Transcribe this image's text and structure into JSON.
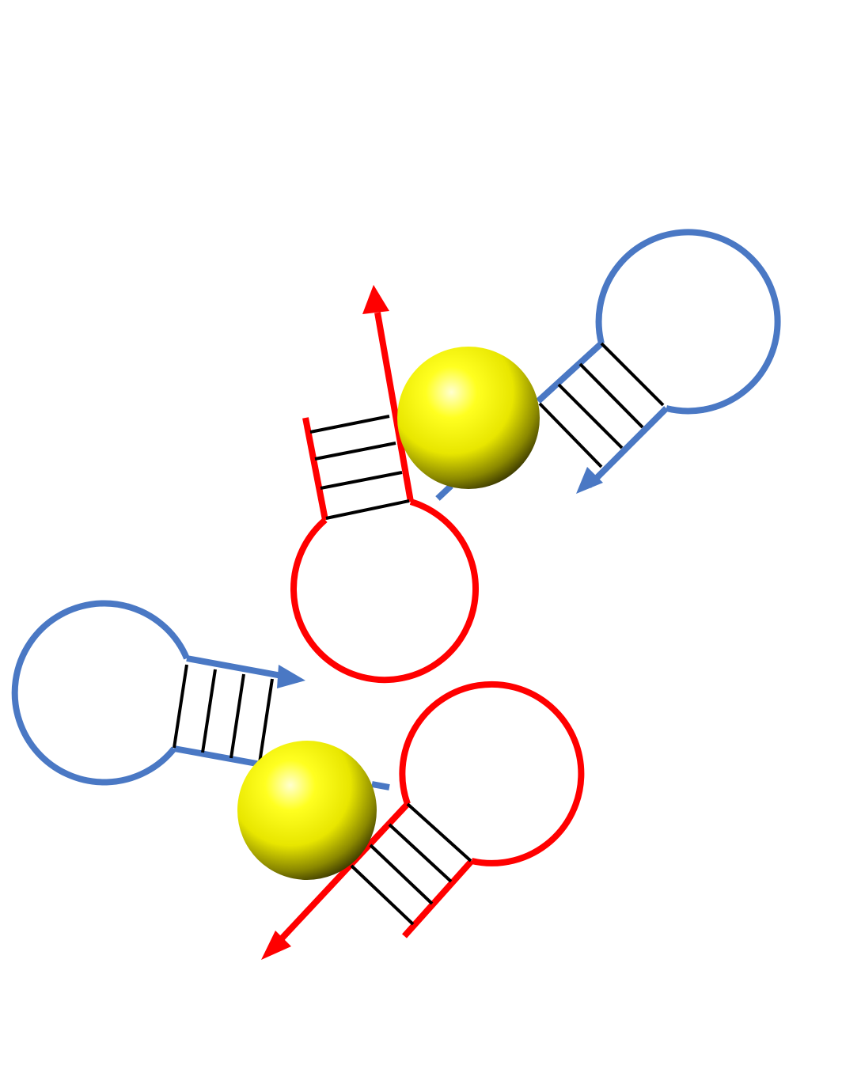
{
  "colors": {
    "blue_strand": "#4a78c4",
    "red_strand": "#ff0000",
    "base_pair_rung": "#000000",
    "particle": "#ffff00",
    "background": "#ffffff"
  },
  "components": {
    "hairpins": [
      {
        "name": "blue-hairpin-upper-right",
        "color": "blue",
        "base_pairs": 4
      },
      {
        "name": "red-hairpin-center",
        "color": "red",
        "base_pairs": 4
      },
      {
        "name": "blue-hairpin-lower-left",
        "color": "blue",
        "base_pairs": 4
      },
      {
        "name": "red-hairpin-lower-right",
        "color": "red",
        "base_pairs": 4
      }
    ],
    "particles": [
      {
        "name": "gold-nanoparticle-upper",
        "color": "yellow"
      },
      {
        "name": "gold-nanoparticle-lower",
        "color": "yellow"
      }
    ]
  }
}
